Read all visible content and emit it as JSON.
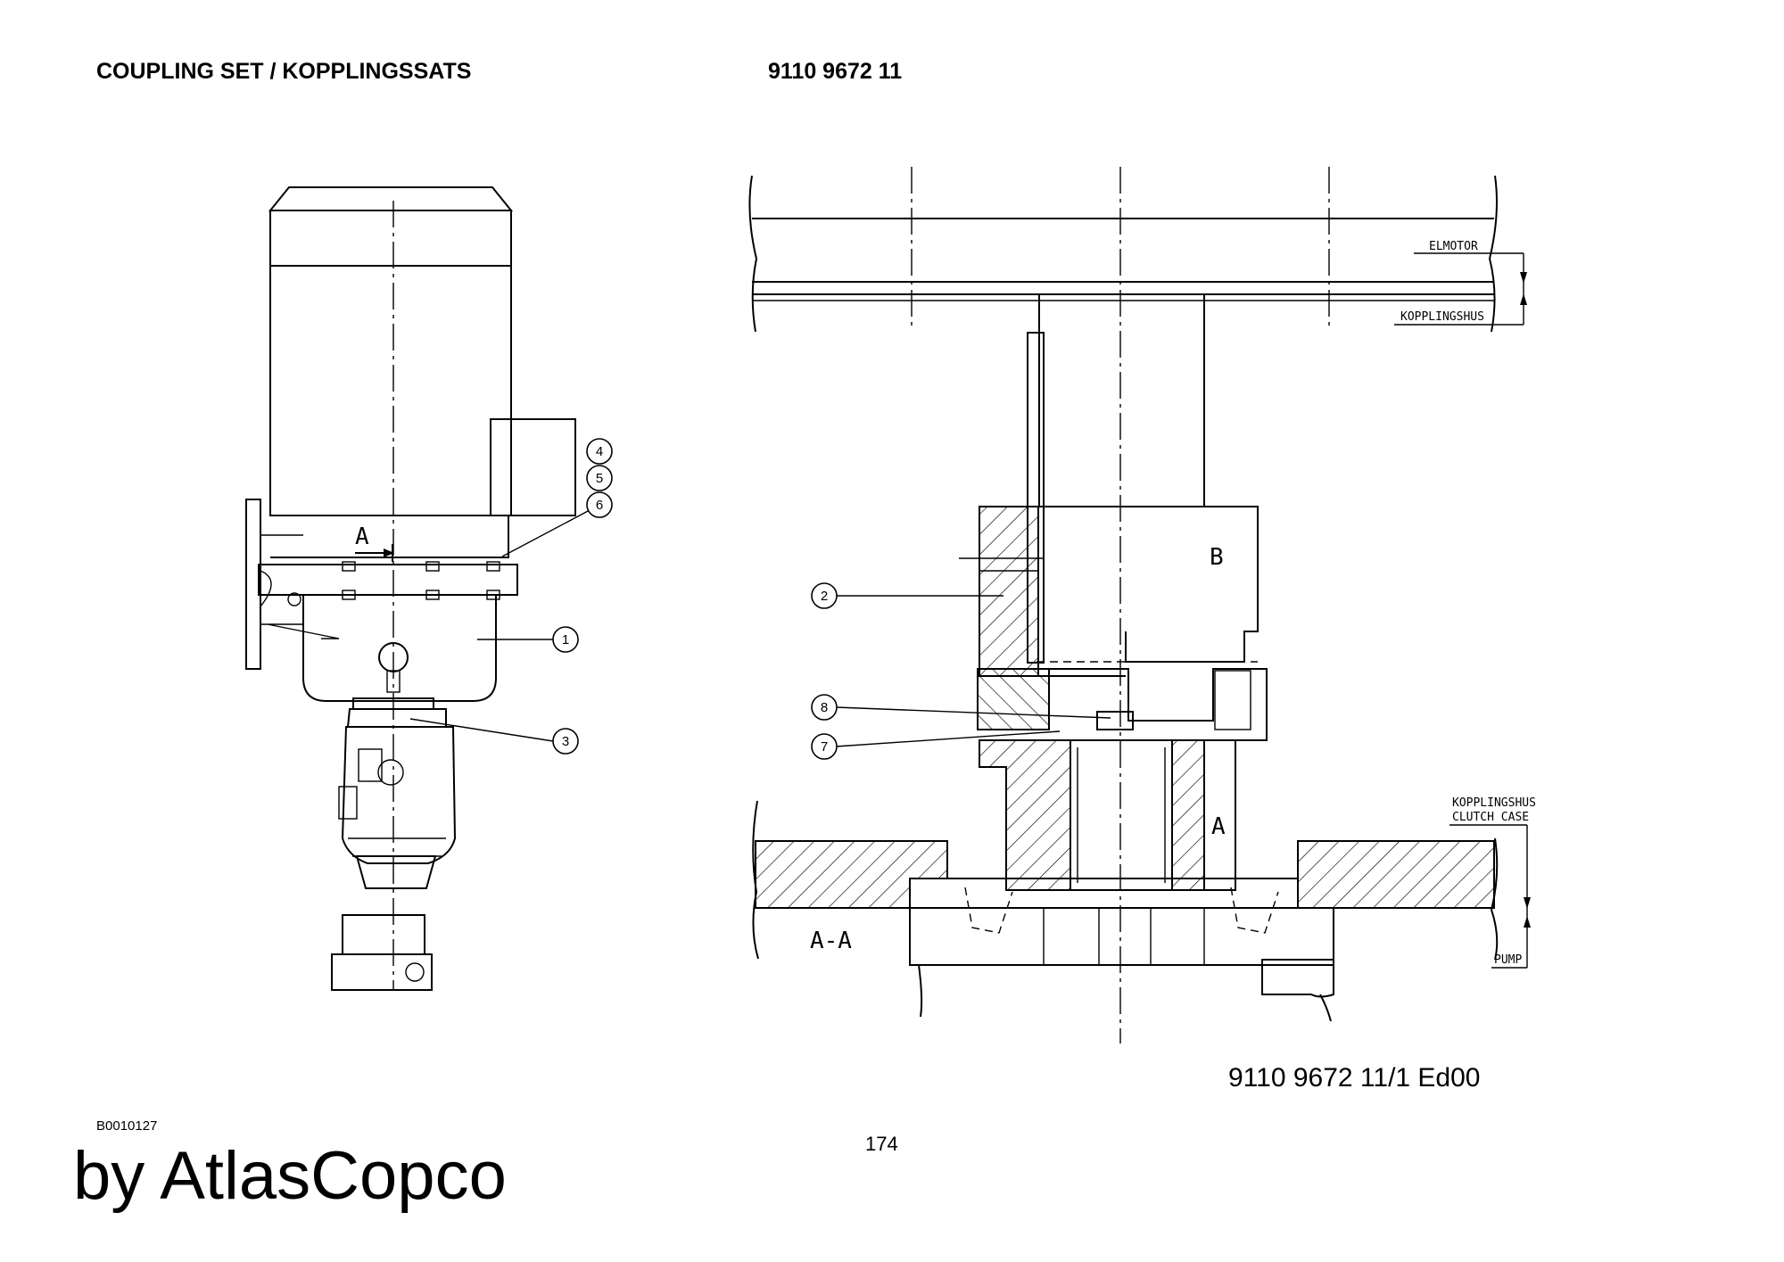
{
  "header": {
    "title": "COUPLING SET / KOPPLINGSSATS",
    "part_number": "9110 9672 11"
  },
  "drawing": {
    "side_view": {
      "section_marker": "A",
      "callouts": [
        "1",
        "3",
        "4",
        "5",
        "6"
      ]
    },
    "section_view": {
      "section_label": "A-A",
      "view_labels": [
        "A",
        "B"
      ],
      "callouts": [
        "2",
        "7",
        "8"
      ],
      "notes": {
        "elmotor": "ELMOTOR",
        "kopplingshus_top": "KOPPLINGSHUS",
        "kopplingshus_bottom": "KOPPLINGSHUS",
        "clutch_case": "CLUTCH CASE",
        "pump": "PUMP"
      }
    }
  },
  "footer": {
    "drawing_ref": "9110 9672 11/1  Ed00",
    "image_code": "B0010127",
    "page_number": "174",
    "brand": "by AtlasCopco"
  }
}
